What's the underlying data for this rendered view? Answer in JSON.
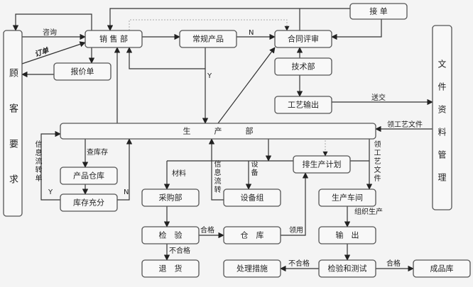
{
  "nodes": {
    "customer": "顾客要求",
    "sales": "销 售 部",
    "regular_product": "常规产品",
    "contract_review": "合同评审",
    "receive_order": "接 单",
    "quotation": "报价单",
    "tech_dept": "技术部",
    "process_output": "工艺输出",
    "doc_management": "文件资料管理",
    "production_dept": "生　　　产　　　部",
    "product_warehouse": "产品仓库",
    "stock_sufficient": "库存充分",
    "purchasing": "采购部",
    "equipment_group": "设备组",
    "production_plan": "排生产计划",
    "workshop": "生产车间",
    "inspection": "检　验",
    "warehouse": "仓　库",
    "output": "输　出",
    "return_goods": "退　货",
    "handling_measures": "处理措施",
    "inspection_test": "检验和测试",
    "finished_goods": "成品库"
  },
  "edge_labels": {
    "consult": "咨询",
    "order": "订单",
    "n_contract": "N",
    "y_production": "Y",
    "submit": "送交",
    "get_process_docs": "领工艺文件",
    "check_stock": "查库存",
    "info_flow_sheet": "信息流转单",
    "y_stock": "Y",
    "n_stock": "N",
    "material": "材料",
    "info_flow": "信息流转",
    "equipment": "设备",
    "get_process_docs_v": "领工艺文件",
    "organize_production": "组织生产",
    "qualified_1": "合格",
    "requisition": "领用",
    "unqualified_1": "不合格",
    "unqualified_2": "不合格",
    "qualified_2": "合格"
  }
}
